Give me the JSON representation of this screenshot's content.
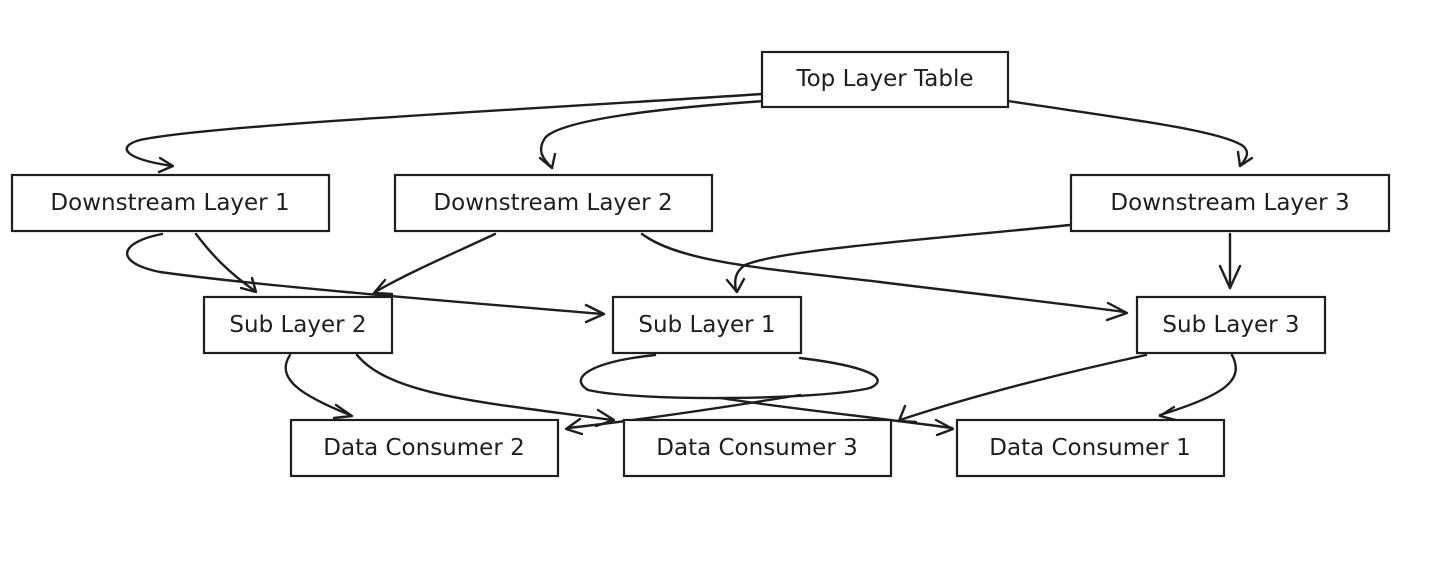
{
  "diagram": {
    "nodes": {
      "top": {
        "label": "Top Layer Table"
      },
      "ds1": {
        "label": "Downstream Layer 1"
      },
      "ds2": {
        "label": "Downstream Layer 2"
      },
      "ds3": {
        "label": "Downstream Layer 3"
      },
      "sub2": {
        "label": "Sub Layer 2"
      },
      "sub1": {
        "label": "Sub Layer 1"
      },
      "sub3": {
        "label": "Sub Layer 3"
      },
      "dc2": {
        "label": "Data Consumer 2"
      },
      "dc3": {
        "label": "Data Consumer 3"
      },
      "dc1": {
        "label": "Data Consumer 1"
      }
    },
    "edges": [
      {
        "from": "top",
        "to": "ds1"
      },
      {
        "from": "top",
        "to": "ds2"
      },
      {
        "from": "top",
        "to": "ds3"
      },
      {
        "from": "ds1",
        "to": "sub2"
      },
      {
        "from": "ds1",
        "to": "sub1"
      },
      {
        "from": "ds2",
        "to": "sub2"
      },
      {
        "from": "ds2",
        "to": "sub3"
      },
      {
        "from": "ds3",
        "to": "sub1"
      },
      {
        "from": "ds3",
        "to": "sub3"
      },
      {
        "from": "sub2",
        "to": "dc2"
      },
      {
        "from": "sub2",
        "to": "dc3"
      },
      {
        "from": "sub1",
        "to": "dc2"
      },
      {
        "from": "sub1",
        "to": "dc1"
      },
      {
        "from": "sub3",
        "to": "dc3"
      },
      {
        "from": "sub3",
        "to": "dc1"
      }
    ]
  }
}
